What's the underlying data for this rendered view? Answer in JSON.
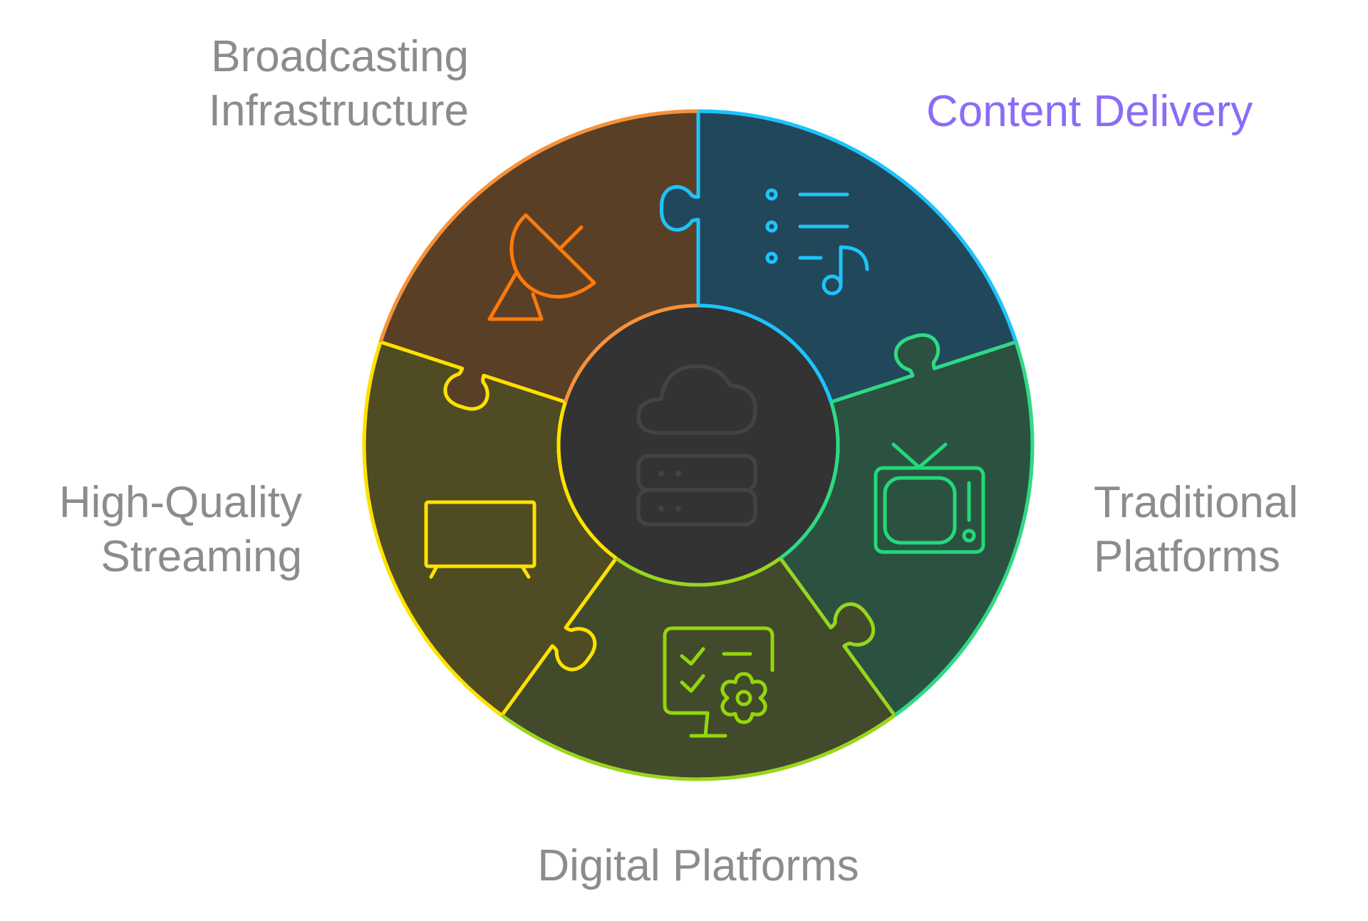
{
  "title": "Content Delivery Ecosystem",
  "center": {
    "icon": "cloud-server-icon",
    "color": "#444444",
    "fill": "#333333",
    "stroke": "#434343"
  },
  "segments": [
    {
      "id": "broadcasting-infrastructure",
      "label_lines": [
        "Broadcasting",
        "Infrastructure"
      ],
      "icon": "satellite-dish-icon",
      "fill": "#5a3f27",
      "stroke": "#f7923a",
      "icon_color": "#ff7a0a",
      "label_color": "#8c8c8c"
    },
    {
      "id": "content-delivery",
      "label_lines": [
        "Content Delivery"
      ],
      "icon": "playlist-music-icon",
      "fill": "#21485a",
      "stroke": "#1ec3fb",
      "icon_color": "#1ec3fb",
      "label_color": "#8a6cf7"
    },
    {
      "id": "traditional-platforms",
      "label_lines": [
        "Traditional",
        "Platforms"
      ],
      "icon": "retro-tv-icon",
      "fill": "#2b5240",
      "stroke": "#30d983",
      "icon_color": "#22d97a",
      "label_color": "#8c8c8c"
    },
    {
      "id": "digital-platforms",
      "label_lines": [
        "Digital Platforms"
      ],
      "icon": "monitor-settings-icon",
      "fill": "#414a2b",
      "stroke": "#9ad51e",
      "icon_color": "#94d60a",
      "label_color": "#8c8c8c"
    },
    {
      "id": "high-quality-streaming",
      "label_lines": [
        "High-Quality",
        "Streaming"
      ],
      "icon": "flat-tv-icon",
      "fill": "#4f4b22",
      "stroke": "#ffe100",
      "icon_color": "#ffe100",
      "label_color": "#8c8c8c"
    }
  ]
}
